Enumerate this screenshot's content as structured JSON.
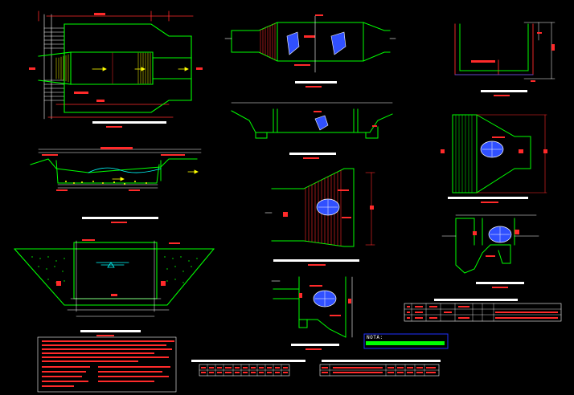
{
  "colors": {
    "background": "#000000",
    "wall": "#00ff00",
    "hatch": "#ff2a2a",
    "dimension": "#ffffff",
    "water": "#00ffff",
    "gate": "#3050ff",
    "title_bar": "#ffffff",
    "title_underline": "#ff0000",
    "nota_box": "#2030ff",
    "nota_fill": "#00ff00"
  },
  "icons": {
    "flow_arrow": "arrow-right-icon",
    "gate": "gate-symbol-icon",
    "break_line": "break-line-icon"
  },
  "notes": {
    "nota_label": "NOTA:"
  },
  "drawing": {
    "views": [
      "plan-view-main",
      "longitudinal-section",
      "cross-section",
      "plan-view-small",
      "side-elevation",
      "transition-plan",
      "transition-detail",
      "u-section",
      "inlet-plan",
      "inlet-elevation"
    ]
  }
}
